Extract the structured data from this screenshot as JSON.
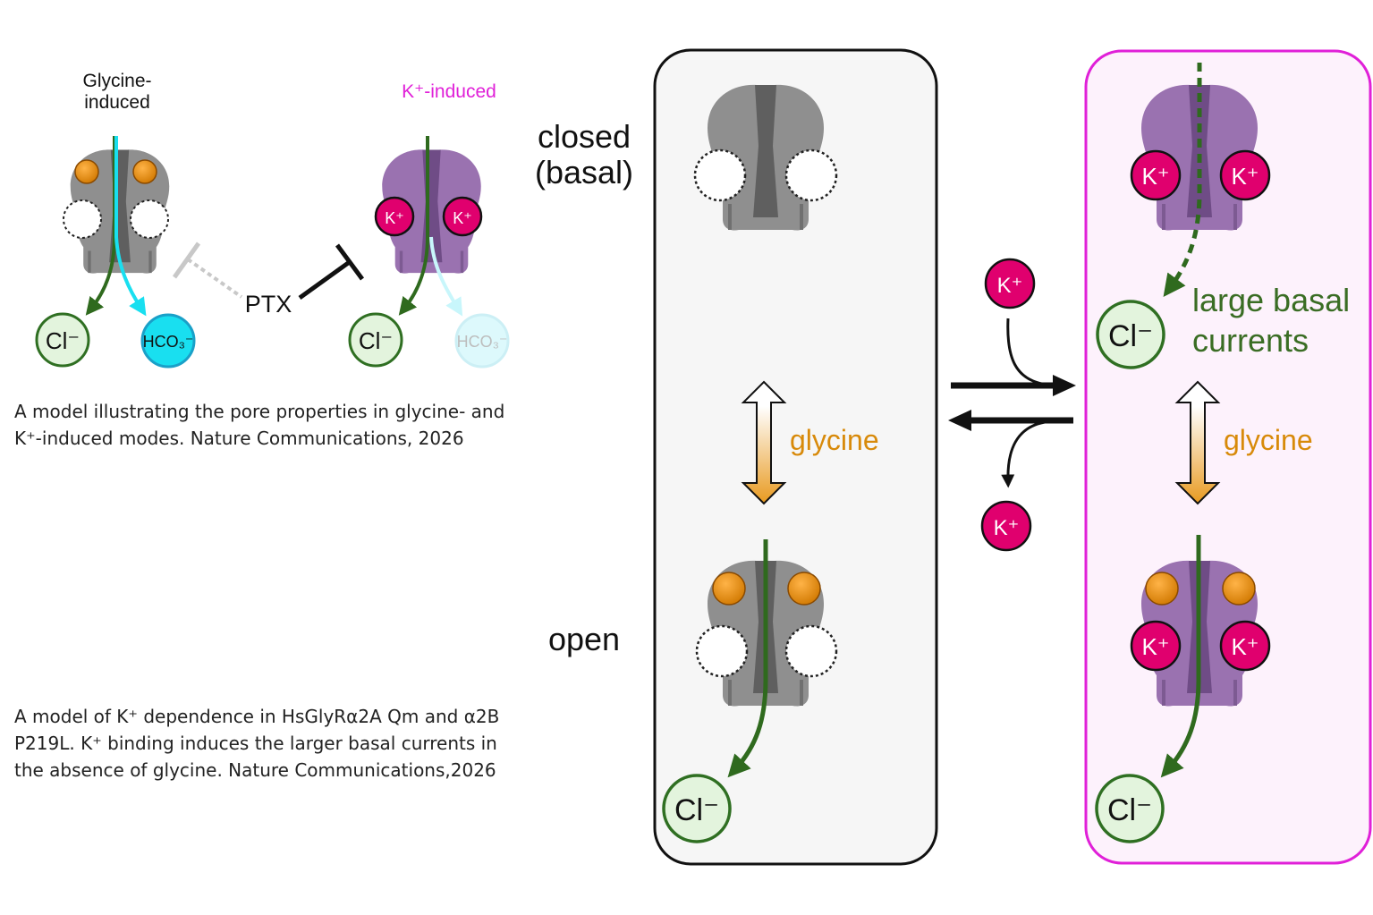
{
  "colors": {
    "receptor_gray": "#8f8f8f",
    "receptor_gray_dark": "#5f5f5f",
    "receptor_purple": "#9a72b0",
    "receptor_purple_dark": "#6f4c86",
    "potassium": "#e0006e",
    "glycine_orange": "#e28a05",
    "chloride_fill": "#e3f4dd",
    "chloride_stroke": "#2f6f22",
    "pore_green": "#2f6a1e",
    "bicarbonate": "#19dff0",
    "magenta": "#e020d8",
    "label_green": "#3a6d24",
    "label_orange": "#d88a0a"
  },
  "icons": [
    "receptor-icon",
    "potassium-ion-icon",
    "glycine-ball-icon",
    "empty-site-icon",
    "chloride-ion-icon",
    "bicarbonate-ion-icon",
    "inhibition-icon",
    "double-arrow-icon"
  ],
  "left": {
    "glycine_label": "Glycine-\ninduced",
    "k_induced_label": "K⁺-induced",
    "ptx_label": "PTX",
    "cl_label": "Cl⁻",
    "hco3_label": "HCO₃⁻",
    "k_label": "K⁺",
    "caption1": "A model illustrating the pore properties in glycine- and\nK⁺-induced modes. Nature Communications, 2026",
    "caption2": "A model of K⁺ dependence in HsGlyRα2A Qm and α2B\nP219L. K⁺ binding induces the larger basal currents in\nthe absence of glycine. Nature Communications,2026"
  },
  "right": {
    "closed_label": "closed\n(basal)",
    "open_label": "open",
    "glycine_label": "glycine",
    "large_basal_label": "large basal\ncurrents",
    "k_label": "K⁺",
    "cl_label": "Cl⁻"
  }
}
